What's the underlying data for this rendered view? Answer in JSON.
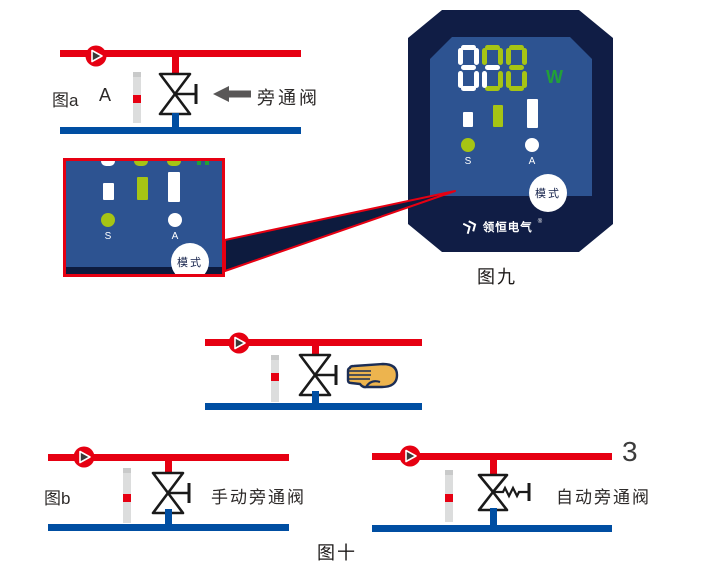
{
  "page_number": "3",
  "colors": {
    "pipe_red": "#e60012",
    "pipe_blue": "#004ea2",
    "panel_navy": "#101d45",
    "screen_blue": "#2d5391",
    "led_green": "#a6c414",
    "led_white": "#ffffff",
    "unit_green": "#22a038",
    "arrow_gray": "#595757",
    "hand_tan": "#edb44e",
    "callout_red": "#e60012"
  },
  "figure_a": {
    "label": "图a",
    "point_label": "A",
    "arrow_label": "旁通阀"
  },
  "panel": {
    "caption": "图九",
    "display_value": "888",
    "segment_order": "a,b,c,d,e,f,g",
    "digit_segment_colors": [
      [
        "#ffffff",
        "#ffffff",
        "#ffffff",
        "#ffffff",
        "#ffffff",
        "#ffffff",
        "#ffffff"
      ],
      [
        "#a6c414",
        "#a6c414",
        "#a6c414",
        "#a6c414",
        "#ffffff",
        "#a6c414",
        "#ffffff"
      ],
      [
        "#a6c414",
        "#a6c414",
        "#a6c414",
        "#a6c414",
        "#a6c414",
        "#a6c414",
        "#a6c414"
      ]
    ],
    "unit": "W",
    "s_label": "S",
    "a_label": "A",
    "mode_label": "模式",
    "brand": "领恒电气",
    "brand_mark": "®"
  },
  "zoom_box": {
    "s_label": "S",
    "a_label": "A",
    "mode_label": "模式"
  },
  "figure_b": {
    "label": "图b",
    "valve_label": "手动旁通阀"
  },
  "figure_auto": {
    "valve_label": "自动旁通阀"
  },
  "figure_ten": {
    "caption": "图十"
  }
}
